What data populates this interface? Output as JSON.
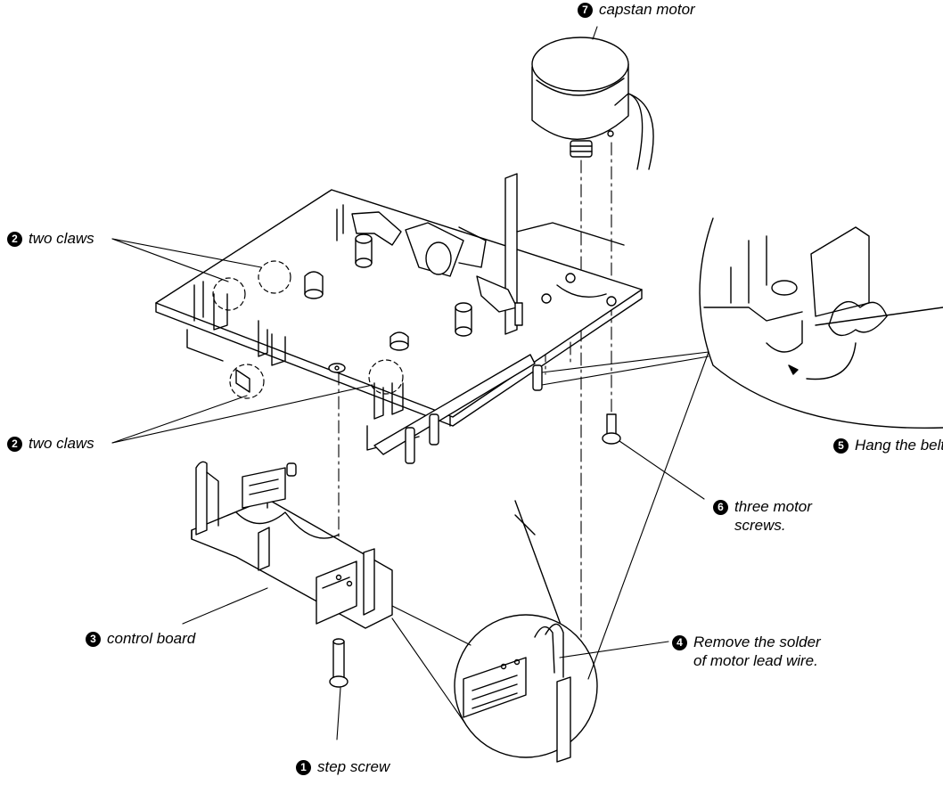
{
  "labels": {
    "step_screw": {
      "num": "1",
      "text": "step screw"
    },
    "two_claws_top": {
      "num": "2",
      "text": "two claws"
    },
    "two_claws_bottom": {
      "num": "2",
      "text": "two claws"
    },
    "control_board": {
      "num": "3",
      "text": "control board"
    },
    "remove_solder": {
      "num": "4",
      "line1": "Remove the solder",
      "line2": "of motor lead wire."
    },
    "hang_belt": {
      "num": "5",
      "text": "Hang the belt."
    },
    "motor_screws": {
      "num": "6",
      "line1": "three motor",
      "line2": "screws."
    },
    "capstan_motor": {
      "num": "7",
      "text": "capstan motor"
    }
  }
}
